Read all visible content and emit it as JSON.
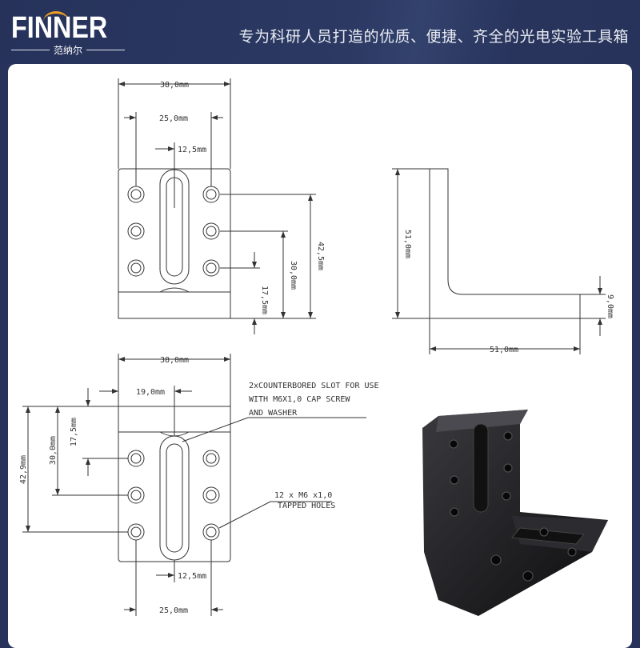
{
  "header": {
    "brand": "FINNER",
    "brand_cn": "范纳尔",
    "slogan": "专为科研人员打造的优质、便捷、齐全的光电实验工具箱"
  },
  "top_view": {
    "width": "38,0mm",
    "hole_spacing": "25,0mm",
    "half_spacing": "12,5mm",
    "h1": "42,5mm",
    "h2": "30,0mm",
    "h3": "17,5mm"
  },
  "side_view": {
    "height": "51,0mm",
    "length": "51,0mm",
    "thickness": "9,0mm"
  },
  "bottom_view": {
    "width": "38,0mm",
    "offset": "19,0mm",
    "h1": "42,9mm",
    "h2": "30,0mm",
    "h3": "17,5mm",
    "half_spacing": "12,5mm",
    "hole_spacing": "25,0mm"
  },
  "notes": {
    "slot_line1": "2xCOUNTERBORED SLOT FOR USE",
    "slot_line2": "WITH M6X1,0 CAP SCREW",
    "slot_line3": "AND WASHER",
    "holes_line1": "12 x  M6 x1,0",
    "holes_line2": "TAPPED HOLES"
  }
}
